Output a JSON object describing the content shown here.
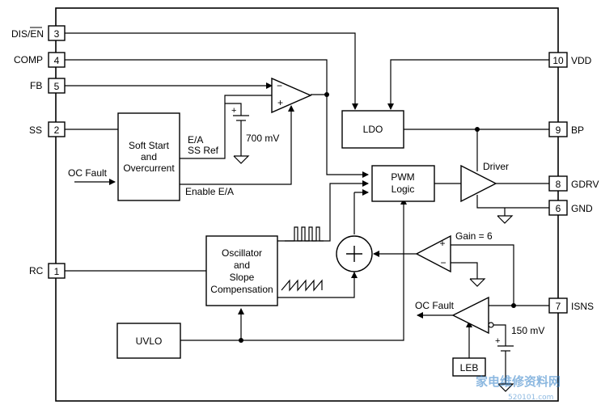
{
  "pins_left": [
    {
      "num": "3",
      "name": "DIS/EN"
    },
    {
      "num": "4",
      "name": "COMP"
    },
    {
      "num": "5",
      "name": "FB"
    },
    {
      "num": "2",
      "name": "SS"
    },
    {
      "num": "1",
      "name": "RC"
    }
  ],
  "pins_right": [
    {
      "num": "10",
      "name": "VDD"
    },
    {
      "num": "9",
      "name": "BP"
    },
    {
      "num": "8",
      "name": "GDRV"
    },
    {
      "num": "6",
      "name": "GND"
    },
    {
      "num": "7",
      "name": "ISNS"
    }
  ],
  "blocks": {
    "soft_start": [
      "Soft Start",
      "and",
      "Overcurrent"
    ],
    "ldo": "LDO",
    "pwm": [
      "PWM",
      "Logic"
    ],
    "oscillator": [
      "Oscillator",
      "and",
      "Slope",
      "Compensation"
    ],
    "uvlo": "UVLO",
    "leb": "LEB"
  },
  "labels": {
    "oc_fault_in": "OC Fault",
    "ea": "E/A",
    "ss_ref": "SS Ref",
    "enable_ea": "Enable E/A",
    "ref_700": "700 mV",
    "driver": "Driver",
    "gain": "Gain = 6",
    "oc_fault_out": "OC Fault",
    "ref_150": "150 mV",
    "plus": "+",
    "minus": "−"
  },
  "watermark": {
    "text": "家电维修资料网",
    "url": "520101.com"
  }
}
